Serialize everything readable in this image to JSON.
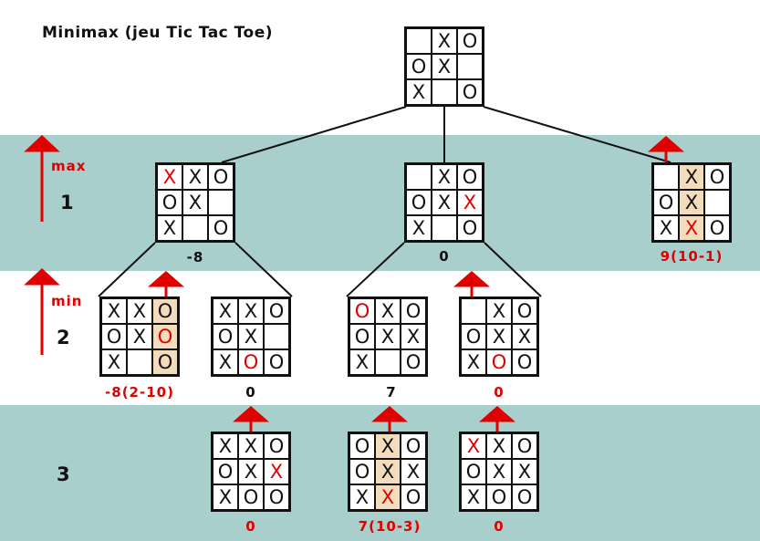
{
  "title": "Minimax (jeu Tic Tac Toe)",
  "colors": {
    "band": "#a9cfcd",
    "highlight": "#f3dcbc",
    "accent": "#e00000",
    "ink": "#111111"
  },
  "levels": [
    {
      "number": "1",
      "tag": "max"
    },
    {
      "number": "2",
      "tag": "min"
    },
    {
      "number": "3",
      "tag": ""
    }
  ],
  "boards": {
    "root": {
      "cells": [
        "",
        "X",
        "O",
        "O",
        "X",
        "",
        "X",
        "",
        "O"
      ],
      "red": [],
      "hl": [],
      "score": ""
    },
    "l1a": {
      "cells": [
        "X",
        "X",
        "O",
        "O",
        "X",
        "",
        "X",
        "",
        "O"
      ],
      "red": [
        0
      ],
      "hl": [],
      "score": "-8"
    },
    "l1b": {
      "cells": [
        "",
        "X",
        "O",
        "O",
        "X",
        "X",
        "X",
        "",
        "O"
      ],
      "red": [
        5
      ],
      "hl": [],
      "score": "0"
    },
    "l1c": {
      "cells": [
        "",
        "X",
        "O",
        "O",
        "X",
        "",
        "X",
        "X",
        "O"
      ],
      "red": [
        7
      ],
      "hl": [
        1,
        4,
        7
      ],
      "score": "9(10-1)"
    },
    "l2a": {
      "cells": [
        "X",
        "X",
        "O",
        "O",
        "X",
        "O",
        "X",
        "",
        "O"
      ],
      "red": [
        5
      ],
      "hl": [
        2,
        5,
        8
      ],
      "score": "-8(2-10)"
    },
    "l2b": {
      "cells": [
        "X",
        "X",
        "O",
        "O",
        "X",
        "",
        "X",
        "O",
        "O"
      ],
      "red": [
        7
      ],
      "hl": [],
      "score": "0"
    },
    "l2c": {
      "cells": [
        "O",
        "X",
        "O",
        "O",
        "X",
        "X",
        "X",
        "",
        "O"
      ],
      "red": [
        0
      ],
      "hl": [],
      "score": "7"
    },
    "l2d": {
      "cells": [
        "",
        "X",
        "O",
        "O",
        "X",
        "X",
        "X",
        "O",
        "O"
      ],
      "red": [
        7
      ],
      "hl": [],
      "score": "0"
    },
    "l3a": {
      "cells": [
        "X",
        "X",
        "O",
        "O",
        "X",
        "X",
        "X",
        "O",
        "O"
      ],
      "red": [
        5
      ],
      "hl": [],
      "score": "0"
    },
    "l3b": {
      "cells": [
        "O",
        "X",
        "O",
        "O",
        "X",
        "X",
        "X",
        "X",
        "O"
      ],
      "red": [
        7
      ],
      "hl": [
        1,
        4,
        7
      ],
      "score": "7(10-3)"
    },
    "l3c": {
      "cells": [
        "X",
        "X",
        "O",
        "O",
        "X",
        "X",
        "X",
        "O",
        "O"
      ],
      "red": [
        0
      ],
      "hl": [],
      "score": "0"
    }
  }
}
